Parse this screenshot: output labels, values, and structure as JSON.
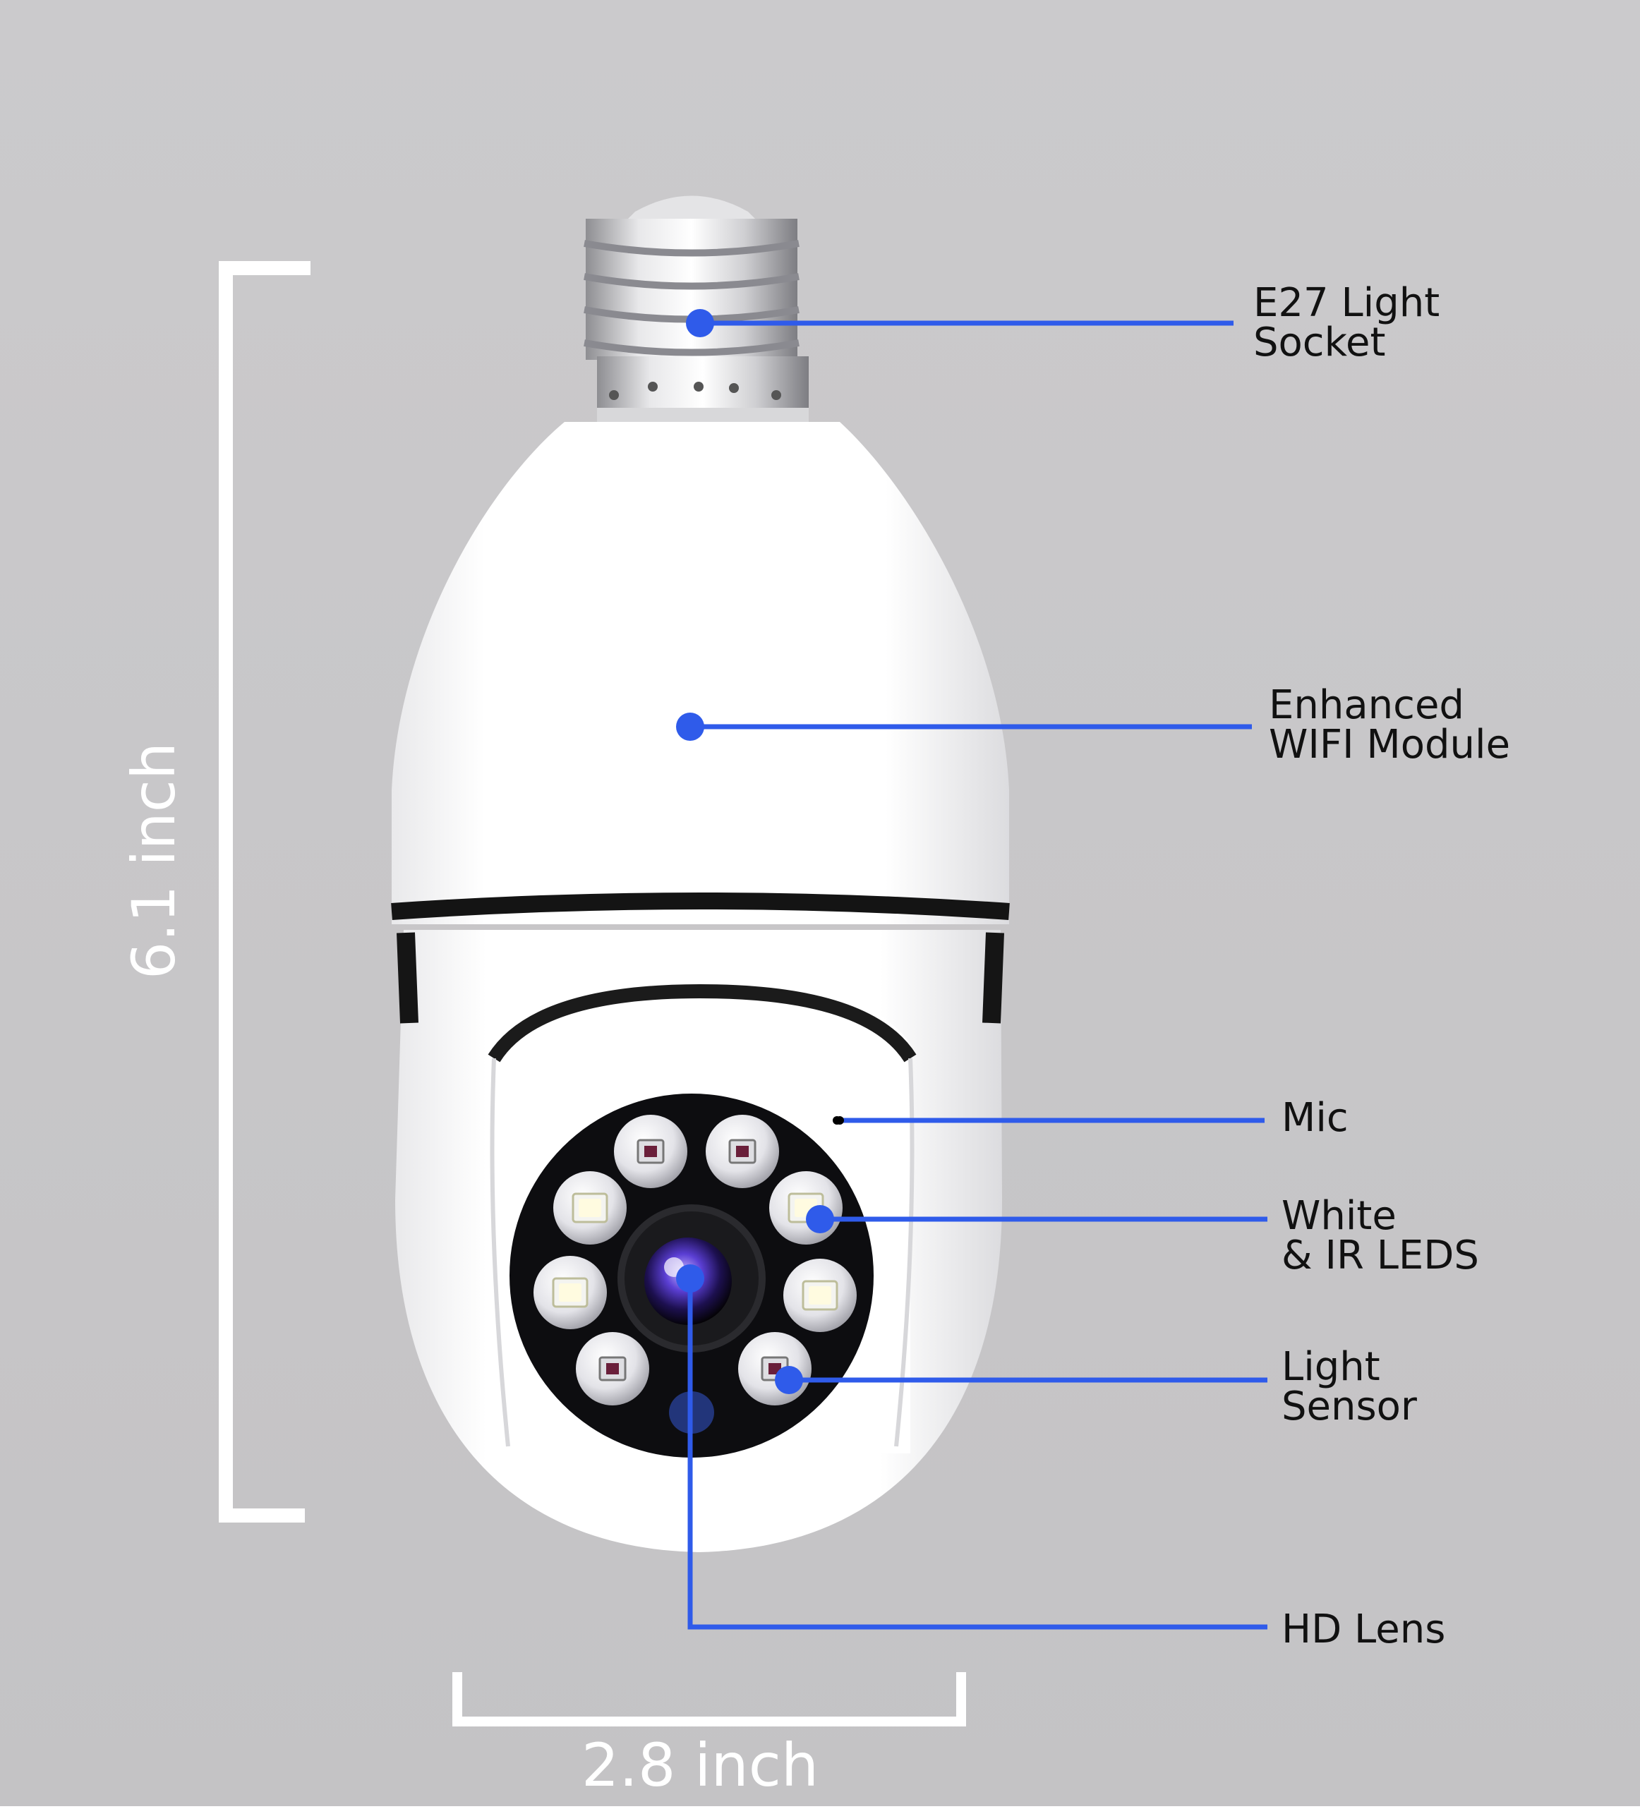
{
  "dimensions": {
    "height": "6.1 inch",
    "width": "2.8 inch"
  },
  "callouts": [
    {
      "id": "socket",
      "lines": [
        "E27 Light",
        "Socket"
      ]
    },
    {
      "id": "wifi",
      "lines": [
        "Enhanced",
        "WIFI Module"
      ]
    },
    {
      "id": "mic",
      "lines": [
        "Mic"
      ]
    },
    {
      "id": "leds",
      "lines": [
        "White",
        "& IR LEDS"
      ]
    },
    {
      "id": "sensor",
      "lines": [
        "Light",
        "Sensor"
      ]
    },
    {
      "id": "lens",
      "lines": [
        "HD Lens"
      ]
    }
  ],
  "colors": {
    "callout_line": "#2f5bea",
    "background": "#c9c8ca",
    "dimension": "#ffffff",
    "body": "#ffffff"
  }
}
